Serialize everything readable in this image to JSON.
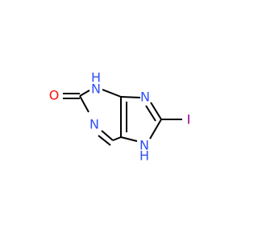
{
  "molecule": {
    "atoms": [
      {
        "id": "o",
        "label": "O",
        "color": "#ff0d0d"
      },
      {
        "id": "n3",
        "label": "N",
        "color": "#3050f8",
        "h_label": "H"
      },
      {
        "id": "n1",
        "label": "N",
        "color": "#3050f8"
      },
      {
        "id": "n9",
        "label": "N",
        "color": "#3050f8"
      },
      {
        "id": "n7",
        "label": "N",
        "color": "#3050f8",
        "h_label": "H"
      },
      {
        "id": "i",
        "label": "I",
        "color": "#940094"
      }
    ]
  }
}
